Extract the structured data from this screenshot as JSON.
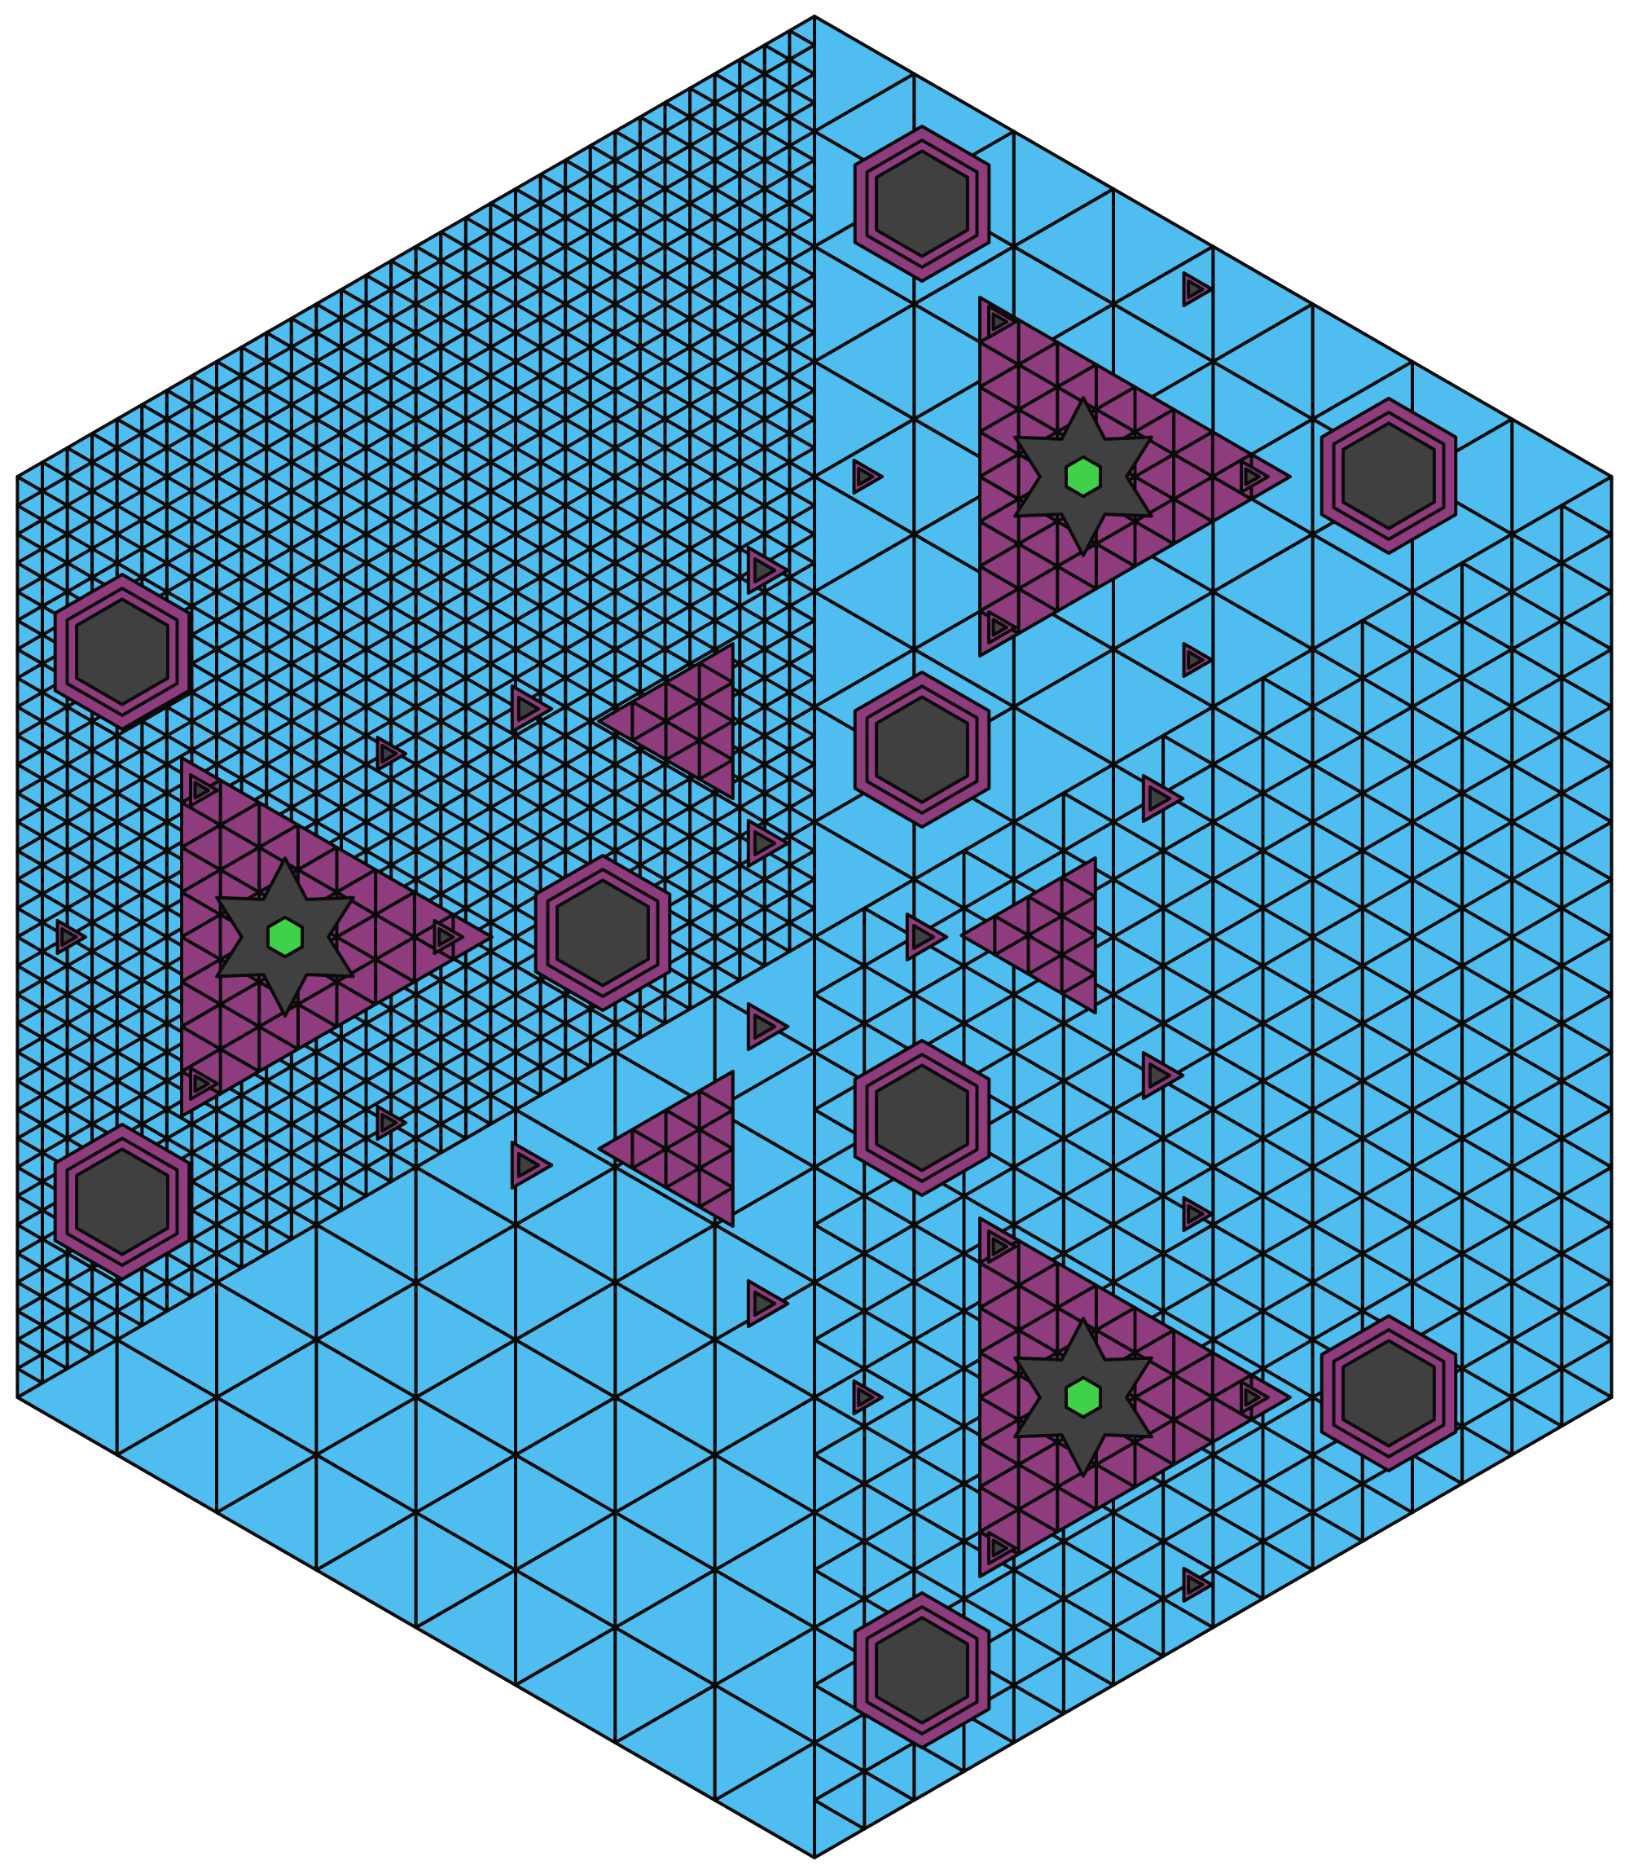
{
  "figure": {
    "kind": "hexagonal substitution tiling",
    "shapes": [
      "large-hexagon",
      "triangle",
      "small-hexagon"
    ]
  },
  "colors": {
    "background": "#ffffff",
    "tile_blue": "#4fbdef",
    "tile_purple": "#8f3c7e",
    "tile_dark": "#404040",
    "tile_green": "#3fd14a",
    "edge": "#0a0a0a"
  },
  "tile_types": [
    {
      "name": "blue-tile",
      "color_key": "tile_blue"
    },
    {
      "name": "purple-tile",
      "color_key": "tile_purple"
    },
    {
      "name": "dark-hexagon",
      "color_key": "tile_dark"
    },
    {
      "name": "green-center",
      "color_key": "tile_green"
    }
  ]
}
